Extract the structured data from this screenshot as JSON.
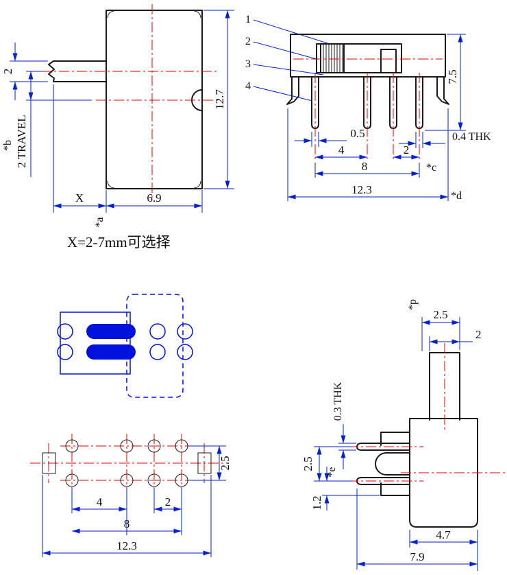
{
  "drawing": {
    "title_note": "X=2-7mm可选择",
    "colors": {
      "dimension_blue": "#0022cc",
      "centerline_red": "#e00000",
      "outline_black": "#1a1a1a",
      "pad_blue": "#0011dd"
    },
    "side_view": {
      "dim_2": "2",
      "travel": "2 TRAVEL",
      "star_b": "*b",
      "dim_12_7": "12.7",
      "dim_x": "X",
      "dim_6_9": "6.9",
      "star_a": "*a"
    },
    "front_view": {
      "callout_1": "1",
      "callout_2": "2",
      "callout_3": "3",
      "callout_4": "4",
      "dim_7_5": "7.5",
      "dim_0_5": "0.5",
      "dim_4": "4",
      "dim_2": "2",
      "dim_8": "8",
      "star_c": "*c",
      "dim_12_3": "12.3",
      "star_d": "*d",
      "dim_0_4_thk": "0.4 THK"
    },
    "footprint": {
      "dim_4": "4",
      "dim_2": "2",
      "dim_8": "8",
      "dim_12_3": "12.3",
      "dim_2_5": "2.5"
    },
    "side_view_bottom": {
      "dim_2_5_top": "2.5",
      "dim_2": "2",
      "star_p": "*p",
      "dim_0_3_thk": "0.3 THK",
      "dim_2_5": "2.5",
      "star_e": "*e",
      "dim_1_2": "1.2",
      "dim_4_7": "4.7",
      "dim_7_9": "7.9"
    }
  }
}
